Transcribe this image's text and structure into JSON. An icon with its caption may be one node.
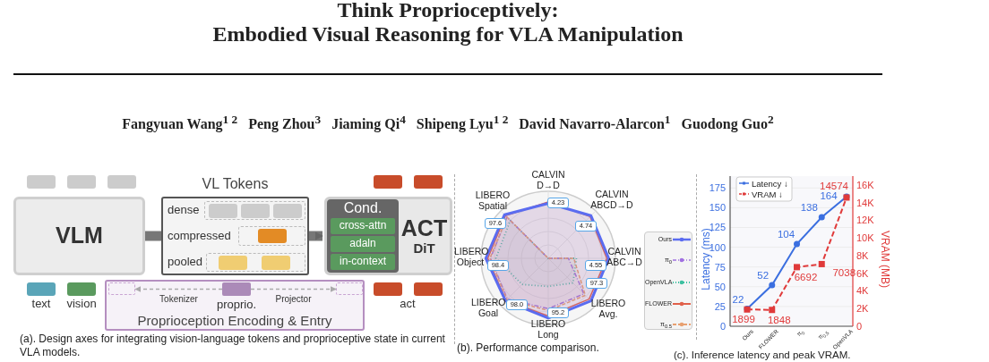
{
  "diagram": {
    "title": "Think Proprioceptively:",
    "nodes": [
      {
        "text": [
          "VLM"
        ]
      },
      {
        "text": [
          "VL Tokens",
          "dense",
          "compressed",
          "pooled"
        ]
      },
      {
        "text": [
          "ACT",
          "DiT"
        ]
      },
      {
        "text": [
          "Cond."
        ],
        "in": 2
      },
      {
        "text": [
          "cross-attn"
        ],
        "in": 3
      },
      {
        "text": [
          "adaln"
        ],
        "in": 3
      },
      {
        "text": [
          "in-context"
        ],
        "in": 3
      },
      {
        "text": [
          "Proprioception Encoding & Entry"
        ]
      },
      {
        "text": [],
        "shape": "box",
        "in": 7,
        "beside": [
          "proprio."
        ]
      },
      {
        "text": [],
        "shape": "box",
        "in": 7
      },
      {
        "text": [],
        "shape": "box",
        "in": 7
      }
    ],
    "edges": [
      {
        "from": 0,
        "to": 1,
        "arrow": "none",
        "style": "thick"
      },
      {
        "from": 1,
        "to": 2,
        "arrow": "to",
        "style": "thick"
      },
      {
        "from": 8,
        "to": 9,
        "arrow": "to",
        "style": "dashed",
        "label": "Tokenizer"
      },
      {
        "from": 8,
        "to": 10,
        "arrow": "to",
        "style": "dashed",
        "label": "Projector"
      }
    ],
    "labels": [
      "Embodied Visual Reasoning for VLA Manipulation",
      "Fangyuan Wang$^{1 2}$",
      "Peng Zhou$^{3}$",
      "Jiaming Qi$^{4}$",
      "Shipeng Lyu$^{1 2}$",
      "David Navarro-Alarcon$^{1}$",
      "Guodong Guo$^{2}$",
      "(a). Design axes for integrating vision-language tokens and proprioceptive state in current VLA models.",
      "CALVIN D→D",
      "CALVIN ABCD→D",
      "CALVIN ABC→D",
      "LIBERO Avg.",
      "LIBERO Long",
      "LIBERO Goal",
      "LIBERO Object",
      "LIBERO Spatial",
      "4.23",
      "4.74",
      "4.55",
      "97.3",
      "95.2",
      "98.0",
      "98.4",
      "97.6",
      "(b). Performance comparison.",
      "(c). Inference latency and peak VRAM."
    ],
    "legend": [
      {
        "text": "text",
        "color": "#5aa5b8"
      },
      {
        "text": "vision",
        "color": "#5a9a5e"
      },
      {
        "text": "act",
        "color": "#c84c2a"
      },
      {
        "text": "Ours"
      },
      {
        "text": "π$_{0}$"
      },
      {
        "text": "OpenVLA"
      },
      {
        "text": "FLOWER"
      },
      {
        "text": "π$_{0.5}$"
      }
    ],
    "chart_data": [
      {
        "type": "line",
        "categories": [
          "Ours",
          "FLOWER",
          "π$_{0}$",
          "π$_{0.5}$",
          "OpenVLA"
        ],
        "ylabel": "Latency (ms)",
        "ylim": [
          0,
          190
        ],
        "yticks": [
          0,
          25,
          50,
          75,
          100,
          125,
          150,
          175
        ],
        "grid": true,
        "legend": "upper left",
        "series": [
          {
            "name": "Latency ↓",
            "color": "#3b6fe0",
            "marker": "circle",
            "line_style": "solid",
            "values": [
              22,
              52,
              104,
              138,
              164
            ]
          }
        ],
        "data_labels": true
      },
      {
        "type": "line",
        "ylabel": "VRAM (MB)",
        "ylim": [
          0,
          17000
        ],
        "yticks": [
          {
            "value": 0,
            "label": "0"
          },
          {
            "value": 2000,
            "label": "2K"
          },
          {
            "value": 4000,
            "label": "4K"
          },
          {
            "value": 6000,
            "label": "6K"
          },
          {
            "value": 8000,
            "label": "8K"
          },
          {
            "value": 10000,
            "label": "10K"
          },
          {
            "value": 12000,
            "label": "12K"
          },
          {
            "value": 14000,
            "label": "14K"
          },
          {
            "value": 16000,
            "label": "16K"
          }
        ],
        "legend": "upper left",
        "series": [
          {
            "name": "VRAM ↓",
            "color": "#e03a3a",
            "marker": "square",
            "line_style": "dashed",
            "values": [
              1899,
              1848,
              6692,
              7038,
              14574
            ]
          }
        ],
        "data_labels": true
      }
    ]
  }
}
